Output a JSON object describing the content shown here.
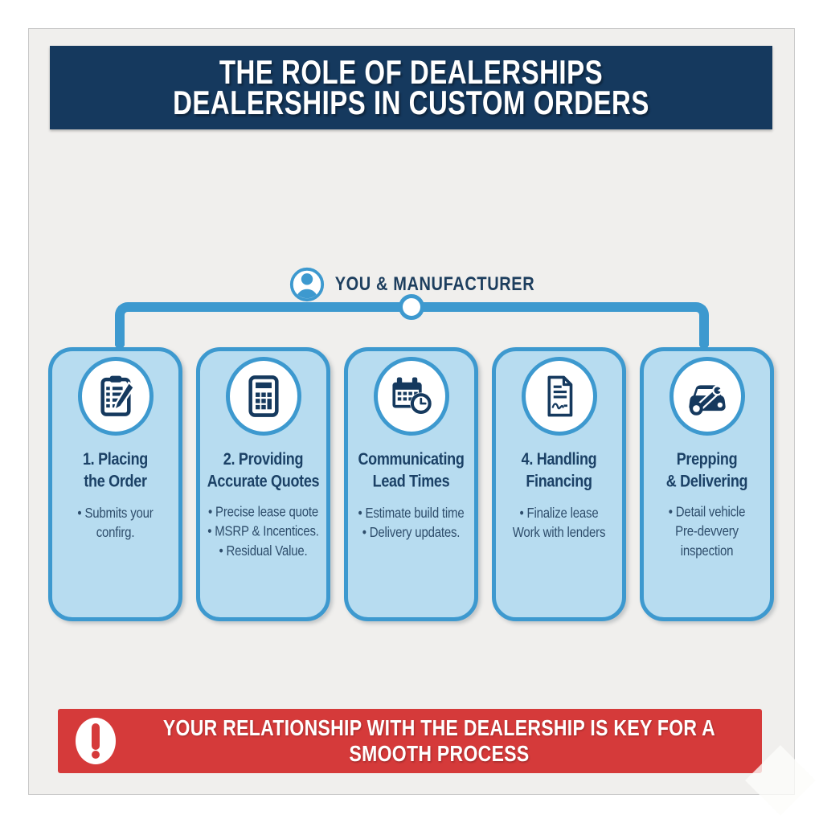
{
  "colors": {
    "navy": "#15395e",
    "blue": "#3d99cf",
    "card_bg": "#b7dcf0",
    "red": "#d53a3a",
    "canvas_bg": "#f0efed",
    "title_text": "#1b4166",
    "body_text": "#2e4d6b"
  },
  "header": {
    "line1": "THE ROLE OF DEALERSHIPS",
    "line2": "DEALERSHIPS IN CUSTOM ORDERS"
  },
  "connector": {
    "label": "YOU & MANUFACTURER",
    "icon": "person-icon"
  },
  "cards": [
    {
      "icon": "clipboard-pencil-icon",
      "title_line1": "1. Placing",
      "title_line2": "the Order",
      "lines": [
        "• Submits your",
        "confirg."
      ]
    },
    {
      "icon": "calculator-icon",
      "title_line1": "2. Providing",
      "title_line2": "Accurate Quotes",
      "lines": [
        "• Precise lease quote",
        "• MSRP & Incentices.",
        "• Residual Value."
      ]
    },
    {
      "icon": "calendar-clock-icon",
      "title_line1": "Communicating",
      "title_line2": "Lead Times",
      "lines": [
        "• Estimate build time",
        "• Delivery updates."
      ]
    },
    {
      "icon": "document-icon",
      "title_line1": "4. Handling",
      "title_line2": "Financing",
      "lines": [
        "• Finalize lease",
        "Work with lenders"
      ]
    },
    {
      "icon": "car-wrench-icon",
      "title_line1": "Prepping",
      "title_line2": "& Delivering",
      "lines": [
        "• Detail vehicle",
        "Pre-devvery",
        "inspection"
      ]
    }
  ],
  "footer": {
    "icon": "exclamation-icon",
    "line1": "YOUR RELATIONSHIP WITH THE DEALERSHIP IS KEY FOR A",
    "line2": "SMOOTH PROCESS"
  }
}
